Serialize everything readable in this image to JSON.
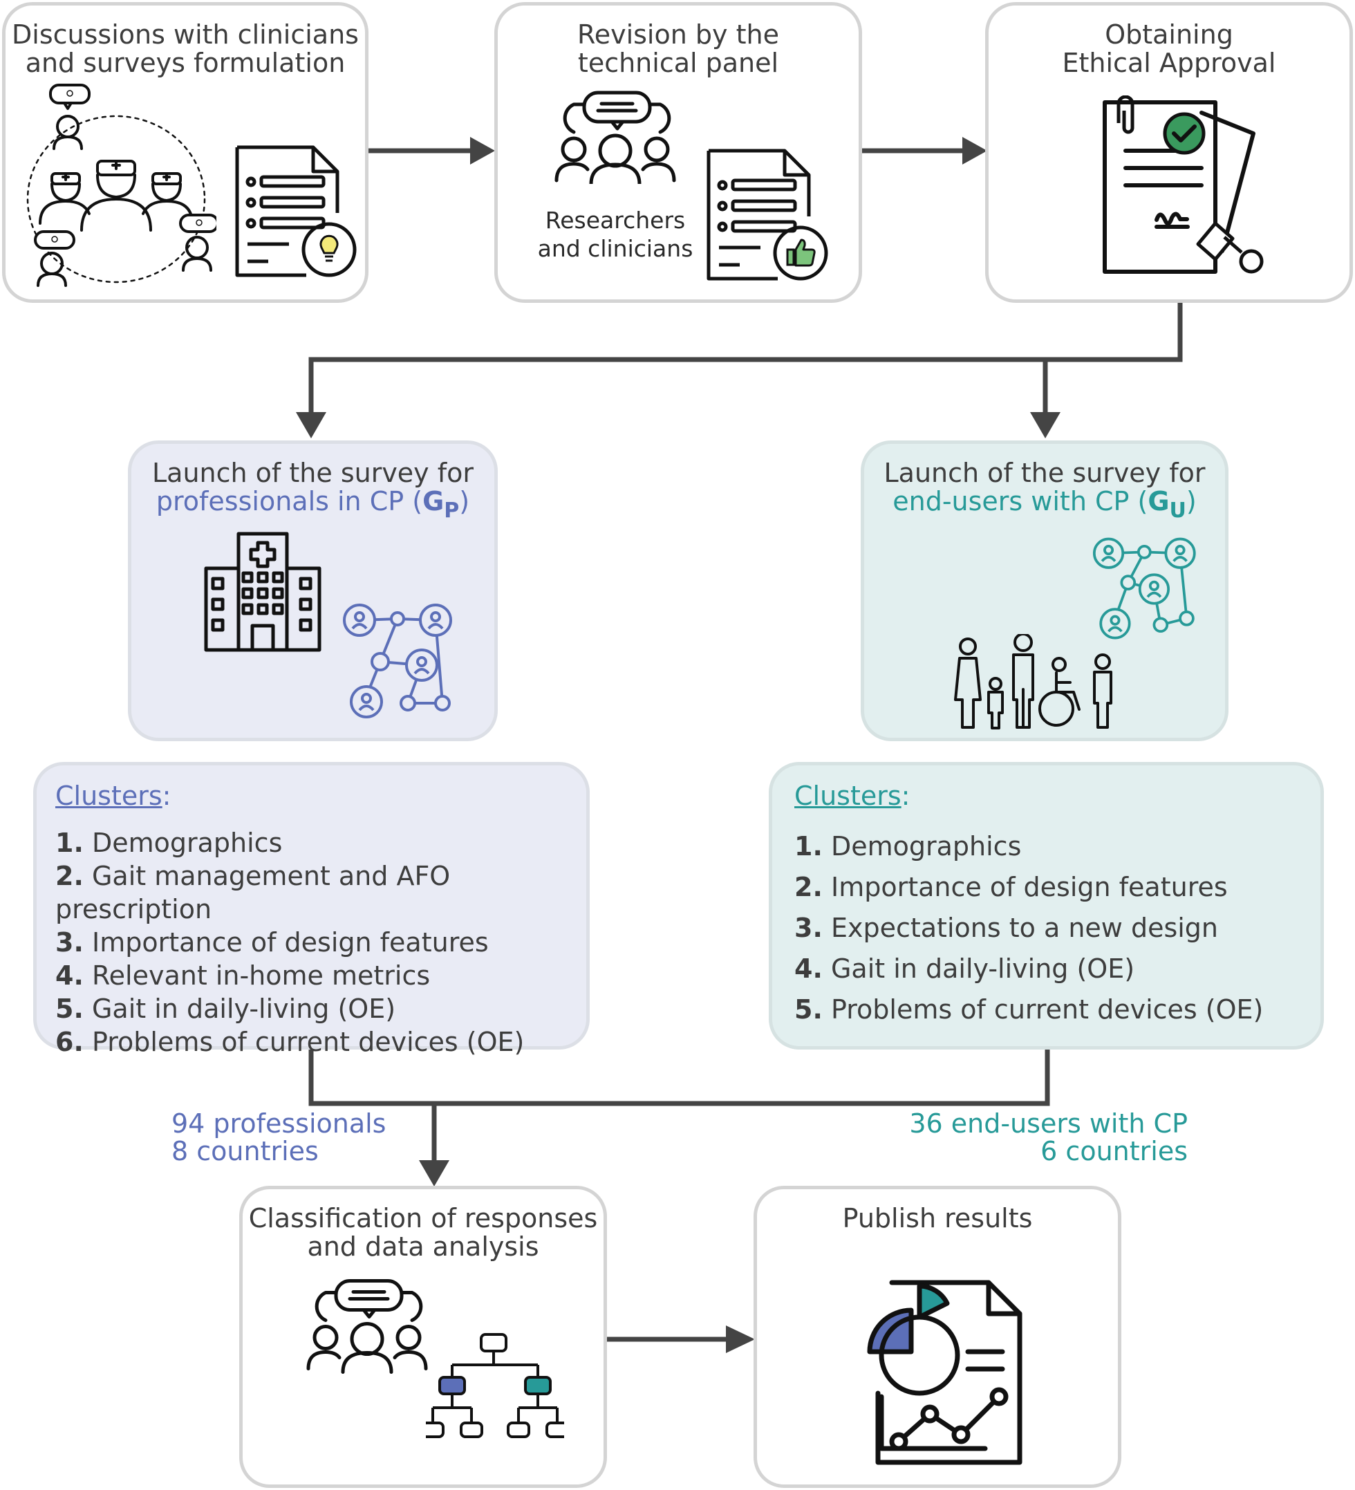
{
  "steps": {
    "discussions": {
      "line1": "Discussions with clinicians",
      "line2": "and surveys formulation"
    },
    "revision": {
      "line1": "Revision by the",
      "line2": "technical panel",
      "people_line1": "Researchers",
      "people_line2": "and clinicians"
    },
    "ethical": {
      "line1": "Obtaining",
      "line2": "Ethical Approval"
    },
    "launch_professionals": {
      "line1": "Launch of the survey  for",
      "line2_text": "professionals in CP (",
      "group_main": "G",
      "group_sub": "P",
      "line2_close": ")"
    },
    "launch_endusers": {
      "line1": "Launch of the survey for",
      "line2_text": "end-users with CP (",
      "group_main": "G",
      "group_sub": "U",
      "line2_close": ")"
    },
    "classification": {
      "line1": "Classification of responses",
      "line2": "and data analysis"
    },
    "publish": {
      "line1": "Publish results"
    }
  },
  "clusters_professionals": {
    "heading": "Clusters",
    "colon": ":",
    "items": [
      {
        "num": "1.",
        "text": "Demographics"
      },
      {
        "num": "2.",
        "text": "Gait management and AFO prescription"
      },
      {
        "num": "3.",
        "text": "Importance of design features"
      },
      {
        "num": "4.",
        "text": "Relevant in-home metrics"
      },
      {
        "num": "5.",
        "text": "Gait in daily-living (OE)"
      },
      {
        "num": "6.",
        "text": "Problems of current devices (OE)"
      }
    ]
  },
  "clusters_endusers": {
    "heading": "Clusters",
    "colon": ":",
    "items": [
      {
        "num": "1.",
        "text": "Demographics"
      },
      {
        "num": "2.",
        "text": "Importance of design features"
      },
      {
        "num": "3.",
        "text": "Expectations to a new design"
      },
      {
        "num": "4.",
        "text": "Gait in daily-living (OE)"
      },
      {
        "num": "5.",
        "text": "Problems of current devices (OE)"
      }
    ]
  },
  "stats": {
    "professionals": {
      "line1": "94 professionals",
      "line2": "8 countries"
    },
    "endusers": {
      "line1": "36 end-users with CP",
      "line2": "6 countries"
    }
  },
  "colors": {
    "professional_accent": "#5c6fb8",
    "enduser_accent": "#279a98",
    "arrow": "#444444",
    "box_border": "#d4d4d4",
    "professional_bg": "#e9ebf5",
    "enduser_bg": "#e2efef",
    "thumbs_green": "#7cc47c",
    "approval_green": "#3a9a5e",
    "bulb_yellow": "#f4ea7a"
  },
  "icons": {
    "discussions": [
      "clinicians-group-icon",
      "survey-form-icon",
      "lightbulb-icon"
    ],
    "revision": [
      "discussion-group-icon",
      "survey-approved-icon",
      "thumbs-up-icon"
    ],
    "ethical": [
      "approved-document-icon",
      "checkmark-icon",
      "stamp-icon",
      "paperclip-icon"
    ],
    "launch_professionals": [
      "hospital-icon",
      "network-icon"
    ],
    "launch_endusers": [
      "network-icon",
      "family-icon",
      "wheelchair-icon"
    ],
    "classification": [
      "discussion-group-icon",
      "hierarchy-icon"
    ],
    "publish": [
      "report-chart-icon"
    ]
  }
}
